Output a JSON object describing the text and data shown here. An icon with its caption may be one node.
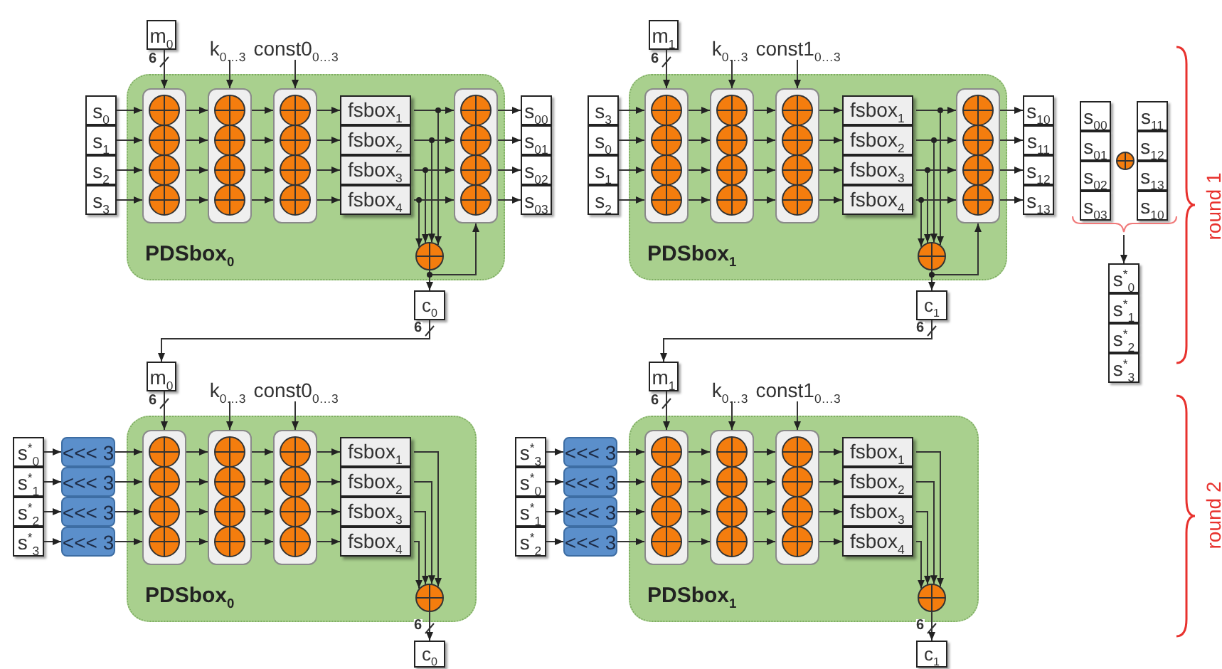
{
  "diagram": {
    "nodes": [
      {
        "text": [
          "m$_{0}$"
        ]
      },
      {
        "text": [
          "k$_{0…3}$"
        ]
      },
      {
        "text": [
          "const0$_{0…3}$"
        ]
      },
      {
        "text": [
          "s$_{0}$"
        ]
      },
      {
        "text": [
          "s$_{1}$"
        ]
      },
      {
        "text": [
          "s$_{2}$"
        ]
      },
      {
        "text": [
          "s$_{3}$"
        ]
      },
      {
        "text": [
          "PDSbox$_{0}$"
        ]
      },
      {
        "text": [],
        "shape": "box",
        "in": 7
      },
      {
        "text": [],
        "shape": "box",
        "in": 7
      },
      {
        "text": [],
        "shape": "box",
        "in": 7
      },
      {
        "text": [
          "fsbox$_{1}$"
        ],
        "in": 7
      },
      {
        "text": [
          "fsbox$_{2}$"
        ],
        "in": 7
      },
      {
        "text": [
          "fsbox$_{3}$"
        ],
        "in": 7
      },
      {
        "text": [
          "fsbox$_{4}$"
        ],
        "in": 7
      },
      {
        "text": [],
        "shape": "box",
        "in": 7
      },
      {
        "text": [],
        "shape": "circle",
        "in": 7
      },
      {
        "text": [
          "s$_{00}$"
        ]
      },
      {
        "text": [
          "s$_{01}$"
        ]
      },
      {
        "text": [
          "s$_{02}$"
        ]
      },
      {
        "text": [
          "s$_{03}$"
        ]
      },
      {
        "text": [
          "c$_{0}$"
        ]
      },
      {
        "text": [
          "m$_{1}$"
        ]
      },
      {
        "text": [
          "k$_{0…3}$"
        ]
      },
      {
        "text": [
          "const1$_{0…3}$"
        ]
      },
      {
        "text": [
          "s$_{3}$"
        ]
      },
      {
        "text": [
          "s$_{0}$"
        ]
      },
      {
        "text": [
          "s$_{1}$"
        ]
      },
      {
        "text": [
          "s$_{2}$"
        ]
      },
      {
        "text": [
          "PDSbox$_{1}$"
        ]
      },
      {
        "text": [],
        "shape": "box",
        "in": 29
      },
      {
        "text": [],
        "shape": "box",
        "in": 29
      },
      {
        "text": [],
        "shape": "box",
        "in": 29
      },
      {
        "text": [
          "fsbox$_{1}$"
        ],
        "in": 29
      },
      {
        "text": [
          "fsbox$_{2}$"
        ],
        "in": 29
      },
      {
        "text": [
          "fsbox$_{3}$"
        ],
        "in": 29
      },
      {
        "text": [
          "fsbox$_{4}$"
        ],
        "in": 29
      },
      {
        "text": [],
        "shape": "box",
        "in": 29
      },
      {
        "text": [],
        "shape": "circle",
        "in": 29
      },
      {
        "text": [
          "s$_{10}$"
        ]
      },
      {
        "text": [
          "s$_{11}$"
        ]
      },
      {
        "text": [
          "s$_{12}$"
        ]
      },
      {
        "text": [
          "s$_{13}$"
        ]
      },
      {
        "text": [
          "c$_{1}$"
        ]
      },
      {
        "text": [
          "s$_{00}$"
        ]
      },
      {
        "text": [
          "s$_{01}$"
        ]
      },
      {
        "text": [
          "s$_{02}$"
        ]
      },
      {
        "text": [
          "s$_{03}$"
        ]
      },
      {
        "text": [
          "s$_{11}$"
        ]
      },
      {
        "text": [
          "s$_{12}$"
        ]
      },
      {
        "text": [
          "s$_{13}$"
        ]
      },
      {
        "text": [
          "s$_{10}$"
        ]
      },
      {
        "text": [
          "s$^{*}$$_{0}$"
        ]
      },
      {
        "text": [
          "s$^{*}$$_{1}$"
        ]
      },
      {
        "text": [
          "s$^{*}$$_{2}$"
        ]
      },
      {
        "text": [
          "s$^{*}$$_{3}$"
        ]
      },
      {
        "text": [
          "m$_{0}$"
        ]
      },
      {
        "text": [
          "k$_{0…3}$"
        ]
      },
      {
        "text": [
          "const0$_{0…3}$"
        ]
      },
      {
        "text": [
          "s$^{*}$$_{0}$"
        ]
      },
      {
        "text": [
          "s$^{*}$$_{1}$"
        ]
      },
      {
        "text": [
          "s$^{*}$$_{2}$"
        ]
      },
      {
        "text": [
          "s$^{*}$$_{3}$"
        ]
      },
      {
        "text": [
          "<<< 3"
        ]
      },
      {
        "text": [
          "<<< 3"
        ]
      },
      {
        "text": [
          "<<< 3"
        ]
      },
      {
        "text": [
          "<<< 3"
        ]
      },
      {
        "text": [
          "PDSbox$_{0}$"
        ]
      },
      {
        "text": [],
        "shape": "box",
        "in": 67
      },
      {
        "text": [],
        "shape": "box",
        "in": 67
      },
      {
        "text": [],
        "shape": "box",
        "in": 67
      },
      {
        "text": [
          "fsbox$_{1}$"
        ],
        "in": 67
      },
      {
        "text": [
          "fsbox$_{2}$"
        ],
        "in": 67
      },
      {
        "text": [
          "fsbox$_{3}$"
        ],
        "in": 67
      },
      {
        "text": [
          "fsbox$_{4}$"
        ],
        "in": 67
      },
      {
        "text": [],
        "shape": "circle",
        "in": 67
      },
      {
        "text": [
          "c$_{0}$"
        ]
      },
      {
        "text": [
          "m$_{1}$"
        ]
      },
      {
        "text": [
          "k$_{0…3}$"
        ]
      },
      {
        "text": [
          "const1$_{0…3}$"
        ]
      },
      {
        "text": [
          "s$^{*}$$_{3}$"
        ]
      },
      {
        "text": [
          "s$^{*}$$_{0}$"
        ]
      },
      {
        "text": [
          "s$^{*}$$_{1}$"
        ]
      },
      {
        "text": [
          "s$^{*}$$_{2}$"
        ]
      },
      {
        "text": [
          "<<< 3"
        ]
      },
      {
        "text": [
          "<<< 3"
        ]
      },
      {
        "text": [
          "<<< 3"
        ]
      },
      {
        "text": [
          "<<< 3"
        ]
      },
      {
        "text": [
          "PDSbox$_{1}$"
        ]
      },
      {
        "text": [],
        "shape": "box",
        "in": 88
      },
      {
        "text": [],
        "shape": "box",
        "in": 88
      },
      {
        "text": [],
        "shape": "box",
        "in": 88
      },
      {
        "text": [
          "fsbox$_{1}$"
        ],
        "in": 88
      },
      {
        "text": [
          "fsbox$_{2}$"
        ],
        "in": 88
      },
      {
        "text": [
          "fsbox$_{3}$"
        ],
        "in": 88
      },
      {
        "text": [
          "fsbox$_{4}$"
        ],
        "in": 88
      },
      {
        "text": [],
        "shape": "circle",
        "in": 88
      },
      {
        "text": [
          "c$_{1}$"
        ]
      }
    ],
    "edges": [
      {
        "from": 0,
        "to": 8,
        "arrow": "to",
        "label": "6"
      },
      {
        "from": 1,
        "to": 9,
        "arrow": "to"
      },
      {
        "from": 2,
        "to": 10,
        "arrow": "to"
      },
      {
        "from": 3,
        "to": 8,
        "arrow": "to"
      },
      {
        "from": 4,
        "to": 8,
        "arrow": "to"
      },
      {
        "from": 5,
        "to": 8,
        "arrow": "to"
      },
      {
        "from": 6,
        "to": 8,
        "arrow": "to"
      },
      {
        "from": 8,
        "to": 9,
        "arrow": "to"
      },
      {
        "from": 8,
        "to": 9,
        "arrow": "to"
      },
      {
        "from": 8,
        "to": 9,
        "arrow": "to"
      },
      {
        "from": 8,
        "to": 9,
        "arrow": "to"
      },
      {
        "from": 9,
        "to": 10,
        "arrow": "to"
      },
      {
        "from": 9,
        "to": 10,
        "arrow": "to"
      },
      {
        "from": 9,
        "to": 10,
        "arrow": "to"
      },
      {
        "from": 9,
        "to": 10,
        "arrow": "to"
      },
      {
        "from": 10,
        "to": 11,
        "arrow": "to"
      },
      {
        "from": 10,
        "to": 12,
        "arrow": "to"
      },
      {
        "from": 10,
        "to": 13,
        "arrow": "to"
      },
      {
        "from": 10,
        "to": 14,
        "arrow": "to"
      },
      {
        "from": 11,
        "to": 15,
        "arrow": "to"
      },
      {
        "from": 12,
        "to": 15,
        "arrow": "to"
      },
      {
        "from": 13,
        "to": 15,
        "arrow": "to"
      },
      {
        "from": 14,
        "to": 15,
        "arrow": "to"
      },
      {
        "from": 11,
        "to": 16,
        "arrow": "to"
      },
      {
        "from": 12,
        "to": 16,
        "arrow": "to"
      },
      {
        "from": 13,
        "to": 16,
        "arrow": "to"
      },
      {
        "from": 14,
        "to": 16,
        "arrow": "to"
      },
      {
        "from": 16,
        "to": 15,
        "arrow": "to"
      },
      {
        "from": 16,
        "to": 21,
        "arrow": "to"
      },
      {
        "from": 15,
        "to": 17,
        "arrow": "to"
      },
      {
        "from": 15,
        "to": 18,
        "arrow": "to"
      },
      {
        "from": 15,
        "to": 19,
        "arrow": "to"
      },
      {
        "from": 15,
        "to": 20,
        "arrow": "to"
      },
      {
        "from": 22,
        "to": 30,
        "arrow": "to",
        "label": "6"
      },
      {
        "from": 23,
        "to": 31,
        "arrow": "to"
      },
      {
        "from": 24,
        "to": 32,
        "arrow": "to"
      },
      {
        "from": 25,
        "to": 30,
        "arrow": "to"
      },
      {
        "from": 26,
        "to": 30,
        "arrow": "to"
      },
      {
        "from": 27,
        "to": 30,
        "arrow": "to"
      },
      {
        "from": 28,
        "to": 30,
        "arrow": "to"
      },
      {
        "from": 30,
        "to": 31,
        "arrow": "to"
      },
      {
        "from": 30,
        "to": 31,
        "arrow": "to"
      },
      {
        "from": 30,
        "to": 31,
        "arrow": "to"
      },
      {
        "from": 30,
        "to": 31,
        "arrow": "to"
      },
      {
        "from": 31,
        "to": 32,
        "arrow": "to"
      },
      {
        "from": 31,
        "to": 32,
        "arrow": "to"
      },
      {
        "from": 31,
        "to": 32,
        "arrow": "to"
      },
      {
        "from": 31,
        "to": 32,
        "arrow": "to"
      },
      {
        "from": 32,
        "to": 33,
        "arrow": "to"
      },
      {
        "from": 32,
        "to": 34,
        "arrow": "to"
      },
      {
        "from": 32,
        "to": 35,
        "arrow": "to"
      },
      {
        "from": 32,
        "to": 36,
        "arrow": "to"
      },
      {
        "from": 33,
        "to": 37,
        "arrow": "to"
      },
      {
        "from": 34,
        "to": 37,
        "arrow": "to"
      },
      {
        "from": 35,
        "to": 37,
        "arrow": "to"
      },
      {
        "from": 36,
        "to": 37,
        "arrow": "to"
      },
      {
        "from": 33,
        "to": 38,
        "arrow": "to"
      },
      {
        "from": 34,
        "to": 38,
        "arrow": "to"
      },
      {
        "from": 35,
        "to": 38,
        "arrow": "to"
      },
      {
        "from": 36,
        "to": 38,
        "arrow": "to"
      },
      {
        "from": 38,
        "to": 37,
        "arrow": "to"
      },
      {
        "from": 38,
        "to": 43,
        "arrow": "to"
      },
      {
        "from": 37,
        "to": 39,
        "arrow": "to"
      },
      {
        "from": 37,
        "to": 40,
        "arrow": "to"
      },
      {
        "from": 37,
        "to": 41,
        "arrow": "to"
      },
      {
        "from": 37,
        "to": 42,
        "arrow": "to"
      },
      {
        "from": 21,
        "to": 56,
        "arrow": "to",
        "label": "6"
      },
      {
        "from": 43,
        "to": 77,
        "arrow": "to",
        "label": "6"
      },
      {
        "from": null,
        "to": 52,
        "arrow": "to"
      },
      {
        "from": 56,
        "to": 68,
        "arrow": "to",
        "label": "6"
      },
      {
        "from": 57,
        "to": 69,
        "arrow": "to"
      },
      {
        "from": 58,
        "to": 70,
        "arrow": "to"
      },
      {
        "from": 59,
        "to": 63,
        "arrow": "to"
      },
      {
        "from": 60,
        "to": 64,
        "arrow": "to"
      },
      {
        "from": 61,
        "to": 65,
        "arrow": "to"
      },
      {
        "from": 62,
        "to": 66,
        "arrow": "to"
      },
      {
        "from": 63,
        "to": 68,
        "arrow": "to"
      },
      {
        "from": 64,
        "to": 68,
        "arrow": "to"
      },
      {
        "from": 65,
        "to": 68,
        "arrow": "to"
      },
      {
        "from": 66,
        "to": 68,
        "arrow": "to"
      },
      {
        "from": 68,
        "to": 69,
        "arrow": "to"
      },
      {
        "from": 68,
        "to": 69,
        "arrow": "to"
      },
      {
        "from": 68,
        "to": 69,
        "arrow": "to"
      },
      {
        "from": 68,
        "to": 69,
        "arrow": "to"
      },
      {
        "from": 69,
        "to": 70,
        "arrow": "to"
      },
      {
        "from": 69,
        "to": 70,
        "arrow": "to"
      },
      {
        "from": 69,
        "to": 70,
        "arrow": "to"
      },
      {
        "from": 69,
        "to": 70,
        "arrow": "to"
      },
      {
        "from": 70,
        "to": 71,
        "arrow": "to"
      },
      {
        "from": 70,
        "to": 72,
        "arrow": "to"
      },
      {
        "from": 70,
        "to": 73,
        "arrow": "to"
      },
      {
        "from": 70,
        "to": 74,
        "arrow": "to"
      },
      {
        "from": 71,
        "to": 75,
        "arrow": "to"
      },
      {
        "from": 72,
        "to": 75,
        "arrow": "to"
      },
      {
        "from": 73,
        "to": 75,
        "arrow": "to"
      },
      {
        "from": 74,
        "to": 75,
        "arrow": "to"
      },
      {
        "from": 75,
        "to": 76,
        "arrow": "to",
        "label": "6"
      },
      {
        "from": 77,
        "to": 89,
        "arrow": "to",
        "label": "6"
      },
      {
        "from": 78,
        "to": 90,
        "arrow": "to"
      },
      {
        "from": 79,
        "to": 91,
        "arrow": "to"
      },
      {
        "from": 80,
        "to": 84,
        "arrow": "to"
      },
      {
        "from": 81,
        "to": 85,
        "arrow": "to"
      },
      {
        "from": 82,
        "to": 86,
        "arrow": "to"
      },
      {
        "from": 83,
        "to": 87,
        "arrow": "to"
      },
      {
        "from": 84,
        "to": 89,
        "arrow": "to"
      },
      {
        "from": 85,
        "to": 89,
        "arrow": "to"
      },
      {
        "from": 86,
        "to": 89,
        "arrow": "to"
      },
      {
        "from": 87,
        "to": 89,
        "arrow": "to"
      },
      {
        "from": 89,
        "to": 90,
        "arrow": "to"
      },
      {
        "from": 89,
        "to": 90,
        "arrow": "to"
      },
      {
        "from": 89,
        "to": 90,
        "arrow": "to"
      },
      {
        "from": 89,
        "to": 90,
        "arrow": "to"
      },
      {
        "from": 90,
        "to": 91,
        "arrow": "to"
      },
      {
        "from": 90,
        "to": 91,
        "arrow": "to"
      },
      {
        "from": 90,
        "to": 91,
        "arrow": "to"
      },
      {
        "from": 90,
        "to": 91,
        "arrow": "to"
      },
      {
        "from": 91,
        "to": 92,
        "arrow": "to"
      },
      {
        "from": 91,
        "to": 93,
        "arrow": "to"
      },
      {
        "from": 91,
        "to": 94,
        "arrow": "to"
      },
      {
        "from": 91,
        "to": 95,
        "arrow": "to"
      },
      {
        "from": 92,
        "to": 96,
        "arrow": "to"
      },
      {
        "from": 93,
        "to": 96,
        "arrow": "to"
      },
      {
        "from": 94,
        "to": 96,
        "arrow": "to"
      },
      {
        "from": 95,
        "to": 96,
        "arrow": "to"
      },
      {
        "from": 96,
        "to": 97,
        "arrow": "to",
        "label": "6"
      }
    ],
    "labels": [
      "round 1",
      "round 2"
    ]
  }
}
